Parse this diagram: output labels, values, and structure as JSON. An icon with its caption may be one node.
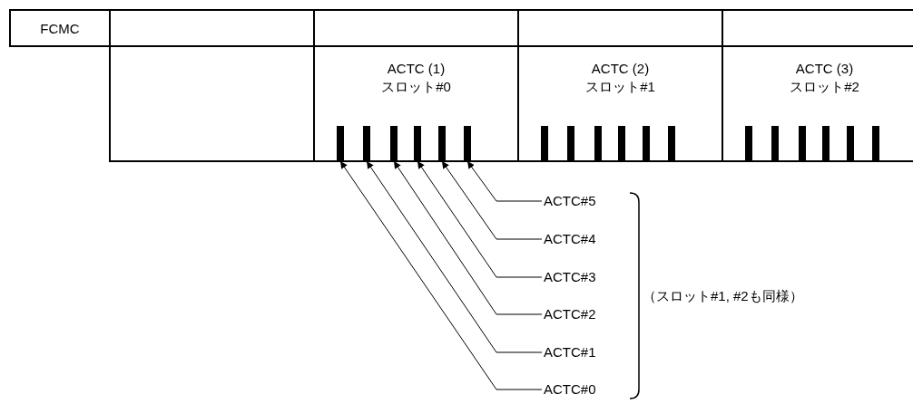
{
  "diagram": {
    "nodes": [
      {
        "text": [
          "FCMC"
        ]
      },
      {
        "text": [],
        "shape": "box"
      },
      {
        "text": [],
        "shape": "box"
      },
      {
        "text": [],
        "shape": "box"
      },
      {
        "text": [],
        "shape": "box"
      },
      {
        "text": [],
        "shape": "box"
      },
      {
        "text": [
          "ACTC (1)",
          "スロット#0"
        ]
      },
      {
        "text": [],
        "shape": "bar",
        "in": 6
      },
      {
        "text": [],
        "shape": "bar",
        "in": 6
      },
      {
        "text": [],
        "shape": "bar",
        "in": 6
      },
      {
        "text": [],
        "shape": "bar",
        "in": 6
      },
      {
        "text": [],
        "shape": "bar",
        "in": 6
      },
      {
        "text": [],
        "shape": "bar",
        "in": 6
      },
      {
        "text": [
          "ACTC (2)",
          "スロット#1"
        ]
      },
      {
        "text": [],
        "shape": "bar",
        "in": 13
      },
      {
        "text": [],
        "shape": "bar",
        "in": 13
      },
      {
        "text": [],
        "shape": "bar",
        "in": 13
      },
      {
        "text": [],
        "shape": "bar",
        "in": 13
      },
      {
        "text": [],
        "shape": "bar",
        "in": 13
      },
      {
        "text": [],
        "shape": "bar",
        "in": 13
      },
      {
        "text": [
          "ACTC (3)",
          "スロット#2"
        ]
      },
      {
        "text": [],
        "shape": "bar",
        "in": 20
      },
      {
        "text": [],
        "shape": "bar",
        "in": 20
      },
      {
        "text": [],
        "shape": "bar",
        "in": 20
      },
      {
        "text": [],
        "shape": "bar",
        "in": 20
      },
      {
        "text": [],
        "shape": "bar",
        "in": 20
      },
      {
        "text": [],
        "shape": "bar",
        "in": 20
      },
      {
        "text": [
          "ACTC#5"
        ]
      },
      {
        "text": [
          "ACTC#4"
        ]
      },
      {
        "text": [
          "ACTC#3"
        ]
      },
      {
        "text": [
          "ACTC#2"
        ]
      },
      {
        "text": [
          "ACTC#1"
        ]
      },
      {
        "text": [
          "ACTC#0"
        ]
      }
    ],
    "edges": [
      {
        "from": 27,
        "to": 12,
        "arrow": "to"
      },
      {
        "from": 28,
        "to": 11,
        "arrow": "to"
      },
      {
        "from": 29,
        "to": 10,
        "arrow": "to"
      },
      {
        "from": 30,
        "to": 9,
        "arrow": "to"
      },
      {
        "from": 31,
        "to": 8,
        "arrow": "to"
      },
      {
        "from": 32,
        "to": 7,
        "arrow": "to"
      }
    ],
    "labels": [
      "（スロット#1, #2も同様）"
    ]
  }
}
